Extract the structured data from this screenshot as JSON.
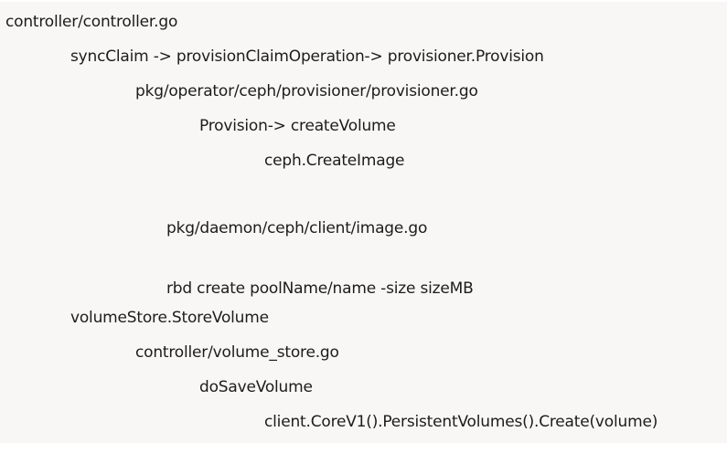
{
  "lines": [
    {
      "text": "controller/controller.go"
    },
    {
      "text": "syncClaim -> provisionClaimOperation-> provisioner.Provision"
    },
    {
      "text": "pkg/operator/ceph/provisioner/provisioner.go"
    },
    {
      "text": "Provision-> createVolume"
    },
    {
      "text": "ceph.CreateImage"
    },
    {
      "text": "pkg/daemon/ceph/client/image.go"
    },
    {
      "text": "rbd create poolName/name -size sizeMB"
    },
    {
      "text": "volumeStore.StoreVolume"
    },
    {
      "text": "controller/volume_store.go"
    },
    {
      "text": "doSaveVolume"
    },
    {
      "text": "client.CoreV1().PersistentVolumes().Create(volume)"
    }
  ]
}
